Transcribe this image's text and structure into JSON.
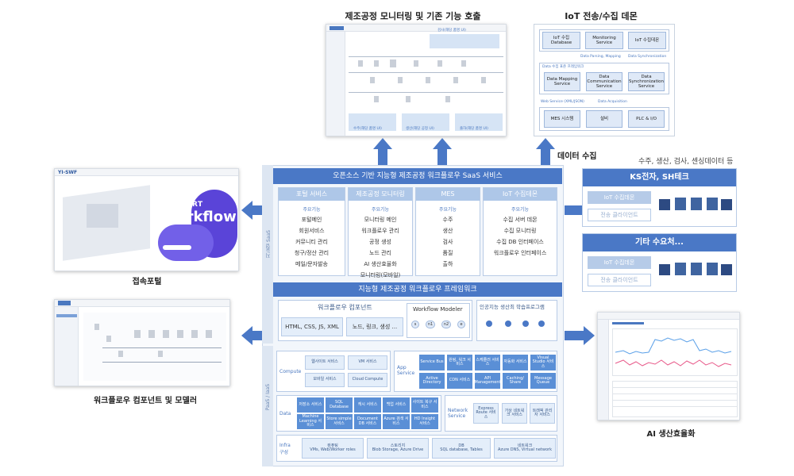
{
  "top_center": {
    "title": "제조공정 모니터링 및 기존 기능 호출",
    "caption_top": "검사(해당 품명 UI)",
    "caption_b1": "수주(해당 품명 UI)",
    "caption_b2": "생산(해당 공정 UI)",
    "caption_b3": "출하(해당 품명 UI)"
  },
  "top_right": {
    "title": "IoT 전송/수집 데몬",
    "boxes_row1": [
      "IoT 수집 Database",
      "Monitoring Service",
      "IoT 수집데몬"
    ],
    "conn1": "Data Parsing, Mapping",
    "conn1b": "Data Synchronization",
    "section": "Data 수집 표준 프레임워크",
    "boxes_row2": [
      "Data Mapping Service",
      "Data Communication Service",
      "Data Synchronization Service"
    ],
    "conn2": "Web Service (XML/JSON)",
    "conn2b": "Data Acquisition",
    "boxes_row3": [
      "MES 시스템",
      "설비",
      "PLC & I/O"
    ]
  },
  "data_collect_label": "데이터 수집",
  "right_note": "수주, 생산, 검사, 센싱데이터 등",
  "ks": {
    "title": "KS전자, SH테크",
    "btn1": "IoT 수집데몬",
    "btn2": "전송 클라이언트"
  },
  "other": {
    "title": "기타 수요처...",
    "btn1": "IoT 수집데몬",
    "btn2": "전송 클라이언트"
  },
  "left_labels": {
    "portal": "접속포털",
    "workflow": "워크플로우 컴포넌트 및 모델러",
    "ai": "AI 생산효율화"
  },
  "portal_shot": {
    "brand": "YI-SWF",
    "hero_small": "YI-SMART",
    "hero_big": "Workflow"
  },
  "saas": {
    "side_label": "지능형 SaaS",
    "header": "오픈소스 기반 지능형 제조공정 워크플로우 SaaS 서비스",
    "cols": [
      {
        "title": "포털 서비스",
        "sub": "주요기능",
        "items": [
          "포털메인",
          "회원서비스",
          "커뮤니티 관리",
          "청구/정산 관리",
          "메일/문자발송"
        ]
      },
      {
        "title": "제조공정 모니터링",
        "sub": "주요기능",
        "items": [
          "모니터링 메인",
          "워크플로우 관리",
          "공정 생성",
          "노드 관리",
          "AI 생산효율화",
          "모니터링(모바일)"
        ]
      },
      {
        "title": "MES",
        "sub": "주요기능",
        "items": [
          "수주",
          "생산",
          "검사",
          "품질",
          "출하"
        ]
      },
      {
        "title": "IoT 수집데몬",
        "sub": "주요기능",
        "items": [
          "수집 서버 데몬",
          "수집 모니터링",
          "수집 DB 인터페이스",
          "워크플로우 인터페이스"
        ]
      }
    ]
  },
  "framework": {
    "header": "지능형 제조공정 워크플로우 프레임워크",
    "comp_title": "워크플로우 컴포넌트",
    "comp_pill1": "HTML, CSS, JS, XML",
    "comp_pill2": "노드, 링크, 생성 ...",
    "modeler_title": "Workflow Modeler",
    "nodes": [
      "s",
      "n1",
      "n2",
      "e"
    ],
    "ai_title": "인공지능 생산최 학습프로그램"
  },
  "paas": {
    "side_label": "PaaS / IaaS",
    "compute_label": "Compute",
    "compute_tiles": [
      "웹사이트 서비스",
      "VM 서비스",
      "모바일 서비스",
      "Cloud Compute"
    ],
    "app_label": "App Service",
    "app_tiles": [
      "Service Bus",
      "원링, 워크 서비스",
      "스케줄러 서비스",
      "자동화 서비스",
      "Visual Studio 서비스",
      "Active Directory",
      "CDN 서비스",
      "API Management",
      "Caching/ Share",
      "Message Queue"
    ],
    "data_label": "Data",
    "data_tiles": [
      "저장소 서비스",
      "SQL Database",
      "캐시 서비스",
      "백업 서비스",
      "사이트 복구 서비스",
      "Machine Learning 서비스",
      "Store simple 서비스",
      "Document DB 서비스",
      "Azure 검색 서비스",
      "HD Insight 서비스"
    ],
    "network_label": "Network Service",
    "network_tiles": [
      "Express Route 서비스",
      "가상 네트워크 서비스",
      "트래픽 관리자 서비스"
    ],
    "infra_label": "Infra 구성",
    "infra_tiles": [
      {
        "t": "컴퓨팅",
        "s": "VMs, Web/Worker roles"
      },
      {
        "t": "스토리지",
        "s": "Blob Storage, Azure Drive"
      },
      {
        "t": "DB",
        "s": "SQL database, Tables"
      },
      {
        "t": "네트워크",
        "s": "Azure DNS, Virtual network"
      }
    ]
  }
}
